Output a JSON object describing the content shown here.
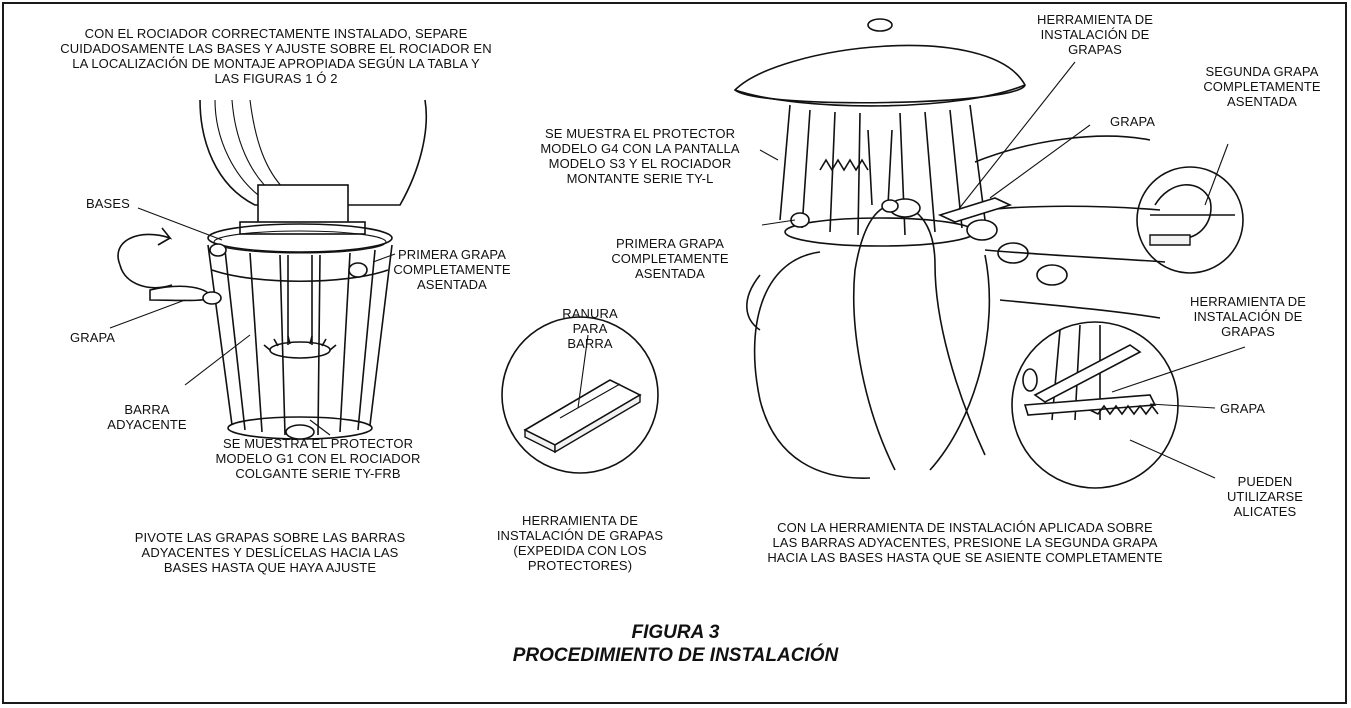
{
  "labels": {
    "intro": "CON EL ROCIADOR CORRECTAMENTE INSTALADO, SEPARE\nCUIDADOSAMENTE LAS BASES Y AJUSTE SOBRE EL ROCIADOR EN\nLA LOCALIZACIÓN DE MONTAJE APROPIADA SEGÚN LA TABLA Y\nLAS FIGURAS 1 Ó 2",
    "bases": "BASES",
    "grapa_left": "GRAPA",
    "barra_adyacente": "BARRA\nADYACENTE",
    "primera_grapa_left": "PRIMERA GRAPA\nCOMPLETAMENTE\nASENTADA",
    "g1_caption": "SE MUESTRA EL PROTECTOR\nMODELO G1 CON EL ROCIADOR\nCOLGANTE SERIE TY-FRB",
    "pivote": "PIVOTE LAS GRAPAS SOBRE LAS BARRAS\nADYACENTES Y DESLÍCELAS HACIA LAS\nBASES HASTA QUE HAYA AJUSTE",
    "ranura": "RANURA\nPARA\nBARRA",
    "tool_caption": "HERRAMIENTA DE\nINSTALACIÓN DE GRAPAS\n(EXPEDIDA CON LOS\nPROTECTORES)",
    "g4_caption": "SE MUESTRA EL PROTECTOR\nMODELO G4 CON LA PANTALLA\nMODELO S3 Y EL ROCIADOR\nMONTANTE SERIE TY-L",
    "primera_grapa_right": "PRIMERA GRAPA\nCOMPLETAMENTE\nASENTADA",
    "herramienta_top": "HERRAMIENTA DE\nINSTALACIÓN DE\nGRAPAS",
    "grapa_top": "GRAPA",
    "segunda_grapa": "SEGUNDA GRAPA\nCOMPLETAMENTE\nASENTADA",
    "herramienta_right": "HERRAMIENTA DE\nINSTALACIÓN DE\nGRAPAS",
    "grapa_right": "GRAPA",
    "alicates": "PUEDEN\nUTILIZARSE\nALICATES",
    "con_herramienta": "CON LA HERRAMIENTA DE INSTALACIÓN APLICADA SOBRE\nLAS BARRAS ADYACENTES, PRESIONE LA SEGUNDA GRAPA\nHACIA LAS BASES HASTA QUE SE ASIENTE COMPLETAMENTE"
  },
  "caption": {
    "line1": "FIGURA 3",
    "line2": "PROCEDIMIENTO DE INSTALACIÓN"
  },
  "colors": {
    "ink": "#111111",
    "paper": "#ffffff"
  }
}
